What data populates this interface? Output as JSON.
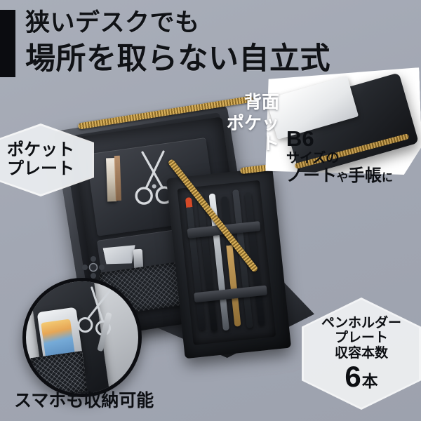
{
  "background_color": "#a3a8b4",
  "accent_color": "#0b0c10",
  "headline": {
    "line1": "狭いデスクでも",
    "line2": "場所を取らない自立式"
  },
  "badges": {
    "pocket_plate": {
      "line1": "ポケット",
      "line2": "プレート"
    },
    "pen_holder": {
      "line1": "ペンホルダー",
      "line2": "プレート",
      "line3": "収容本数",
      "count": "6",
      "count_unit": "本"
    }
  },
  "callouts": {
    "back_pocket": {
      "line1": "背面",
      "line2": "ポケット"
    },
    "b6": {
      "size": "B6",
      "line2": "サイズの",
      "line3_a": "ノート",
      "line3_b": "や",
      "line3_c": "手帳",
      "line3_d": "に"
    },
    "smartphone": "スマホも収納可能"
  }
}
